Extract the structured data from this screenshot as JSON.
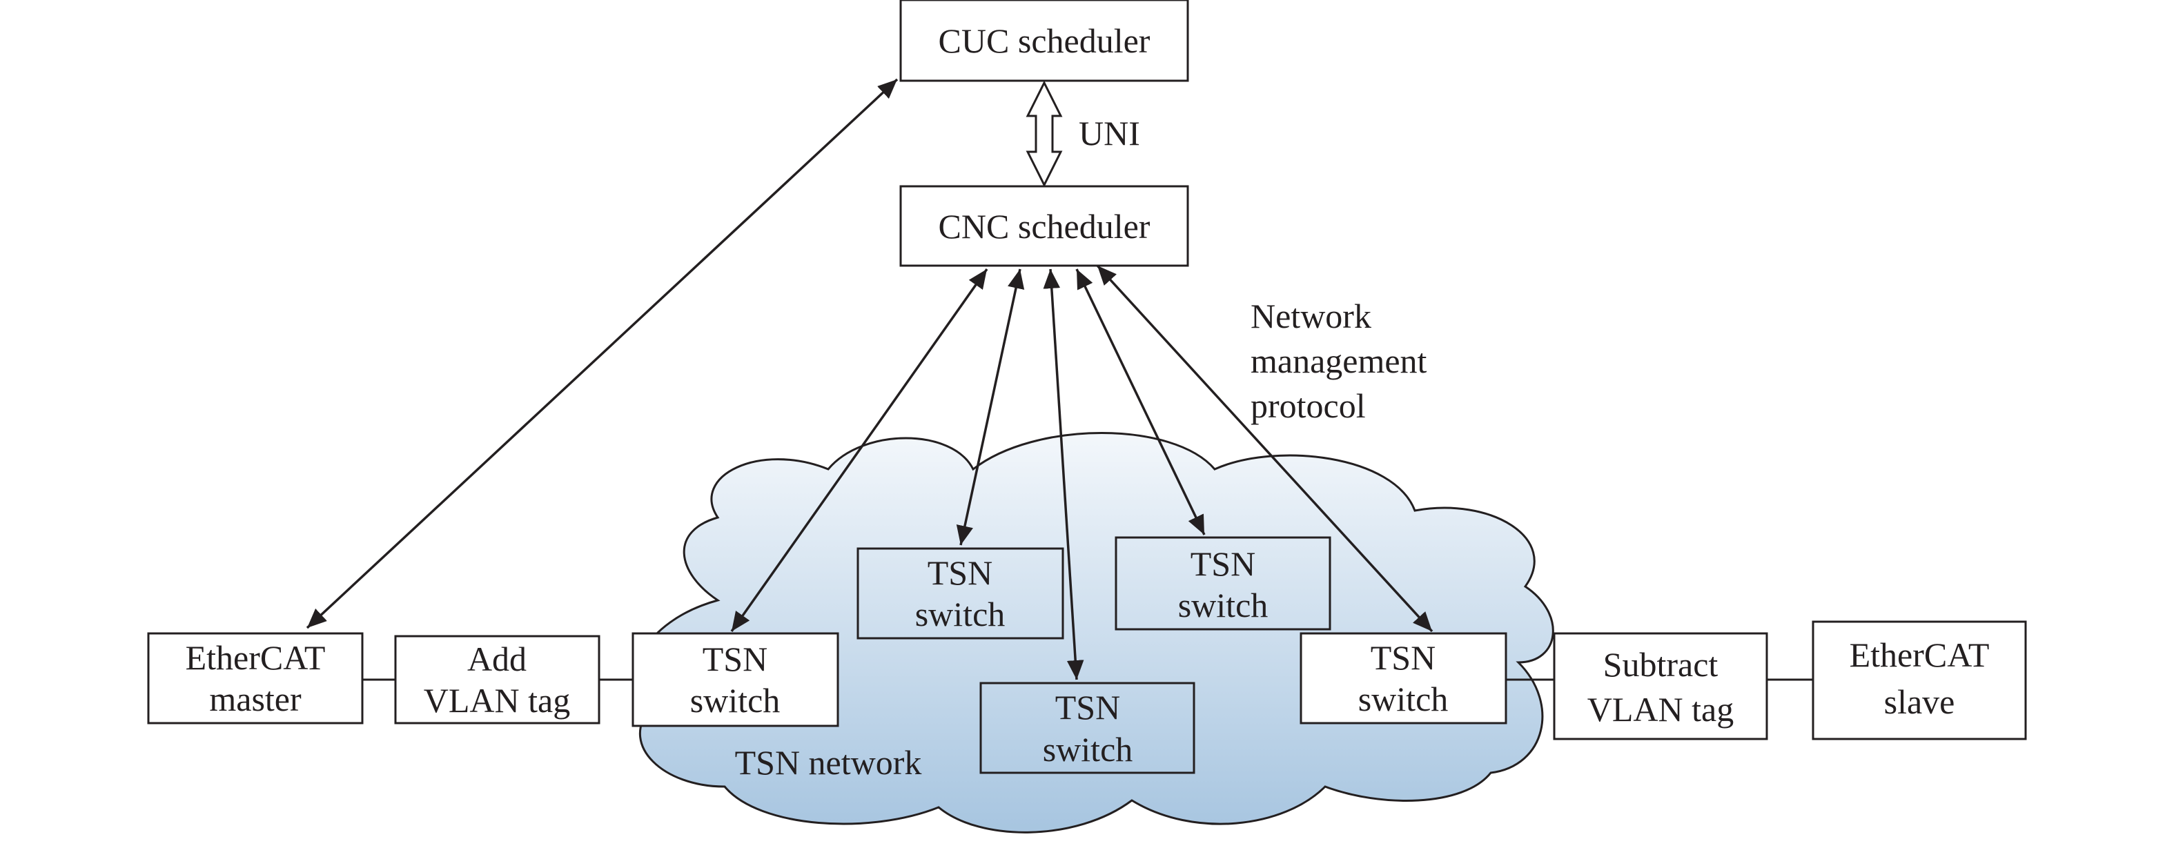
{
  "colors": {
    "stroke": "#231f20",
    "cloud_top": "#f3f7fb",
    "cloud_bottom": "#a7c5e0",
    "background": "#ffffff"
  },
  "nodes": {
    "cuc": {
      "label": "CUC scheduler"
    },
    "cnc": {
      "label": "CNC scheduler"
    },
    "uni": {
      "label": "UNI"
    },
    "nmp": {
      "line1": "Network",
      "line2": "management",
      "line3": "protocol"
    },
    "master": {
      "line1": "EtherCAT",
      "line2": "master"
    },
    "add_vlan": {
      "line1": "Add",
      "line2": "VLAN tag"
    },
    "tsn_left": {
      "line1": "TSN",
      "line2": "switch"
    },
    "tsn_mid_left": {
      "line1": "TSN",
      "line2": "switch"
    },
    "tsn_bottom": {
      "line1": "TSN",
      "line2": "switch"
    },
    "tsn_mid_right": {
      "line1": "TSN",
      "line2": "switch"
    },
    "tsn_right": {
      "line1": "TSN",
      "line2": "switch"
    },
    "subtract_vlan": {
      "line1": "Subtract",
      "line2": "VLAN tag"
    },
    "slave": {
      "line1": "EtherCAT",
      "line2": "slave"
    },
    "tsn_network": {
      "label": "TSN network"
    }
  }
}
